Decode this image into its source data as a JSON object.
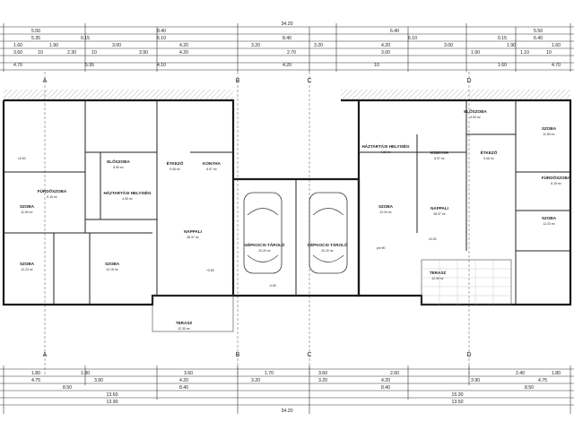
{
  "top_dims": {
    "total": "34.20",
    "rows": [
      [
        "5.50",
        "8.40",
        "6.40",
        "5.50"
      ],
      [
        "5.35",
        "0.15",
        "6.10",
        "8.40",
        "6.10",
        "6.40",
        "0.15"
      ],
      [
        "1.60",
        "1.90",
        "3.00",
        "4.20",
        "3.20",
        "3.20",
        "4.20",
        "3.00",
        "1.90",
        "1.60"
      ],
      [
        "3.60",
        "10",
        "2.30",
        "10",
        "3.90",
        "4.20",
        "2.70",
        "3.00",
        "1.90",
        "1.10",
        "10"
      ],
      [
        "4.70",
        "5.95",
        "4.10",
        "4.20",
        "10",
        "1.60",
        "4.70"
      ]
    ]
  },
  "bottom_dims": {
    "total": "34.20",
    "rows": [
      [
        "1.80",
        "1.80",
        "3.60",
        "1.70",
        "3.60",
        "2.00",
        "2.40",
        "1.80"
      ],
      [
        "4.75",
        "3.90",
        "4.20",
        "3.20",
        "3.20",
        "4.20",
        "3.90",
        "4.75"
      ],
      [
        "8.50",
        "8.40",
        "8.40",
        "8.50"
      ],
      [
        "13.60",
        "15.30"
      ],
      [
        "13.90",
        "13.50"
      ]
    ]
  },
  "axes": [
    "A",
    "B",
    "C",
    "D"
  ],
  "rooms": [
    {
      "id": "eloszoba_l",
      "name": "ELŐSZOBA",
      "area": "5.90 m²"
    },
    {
      "id": "furdo_l",
      "name": "FÜRDŐSZOBA",
      "area": "6.15 m²"
    },
    {
      "id": "haztartasi_l",
      "name": "HÁZTARTÁSI HELYISÉG",
      "area": "4.30 m²"
    },
    {
      "id": "etkezo_l",
      "name": "ÉTKEZŐ",
      "area": "9.46 m²"
    },
    {
      "id": "konyha_l",
      "name": "KONYHA",
      "area": "6.97 m²"
    },
    {
      "id": "szoba1_l",
      "name": "SZOBA",
      "area": "11.50 m²"
    },
    {
      "id": "szoba2_l",
      "name": "SZOBA",
      "area": "12.23 m²"
    },
    {
      "id": "szoba3_l",
      "name": "SZOBA",
      "area": "12.15 m²"
    },
    {
      "id": "nappali_l",
      "name": "NAPPALI",
      "area": "28.37 m²"
    },
    {
      "id": "garazs_l",
      "name": "GÉPKOCSI TÁROLÓ",
      "area": "20.20 m²"
    },
    {
      "id": "garazs_r",
      "name": "GÉPKOCSI TÁROLÓ",
      "area": "20.20 m²"
    },
    {
      "id": "haztartasi_r",
      "name": "HÁZTARTÁSI HELYISÉG",
      "area": "4.30 m²"
    },
    {
      "id": "konyha_r",
      "name": "KONYHA",
      "area": "6.97 m²"
    },
    {
      "id": "etkezo_r",
      "name": "ÉTKEZŐ",
      "area": "9.46 m²"
    },
    {
      "id": "eloszoba_r",
      "name": "ELŐSZOBA",
      "area": "5.90 m²"
    },
    {
      "id": "szoba1_r",
      "name": "SZOBA",
      "area": "11.50 m²"
    },
    {
      "id": "szoba2_r",
      "name": "SZOBA",
      "area": "12.23 m²"
    },
    {
      "id": "furdo_r",
      "name": "FÜRDŐSZOBA",
      "area": "6.15 m²"
    },
    {
      "id": "szoba3_r",
      "name": "SZOBA",
      "area": "12.15 m²"
    },
    {
      "id": "nappali_r",
      "name": "NAPPALI",
      "area": "28.37 m²"
    },
    {
      "id": "terasz_l",
      "name": "TERASZ",
      "area": "12.30 m²"
    },
    {
      "id": "terasz_r",
      "name": "TERASZ",
      "area": "12.30 m²"
    }
  ],
  "levels": {
    "plus000": "±0.00",
    "pm090": "pm 90",
    "pm_050": "-0.50",
    "plus_050": "+0.50"
  }
}
